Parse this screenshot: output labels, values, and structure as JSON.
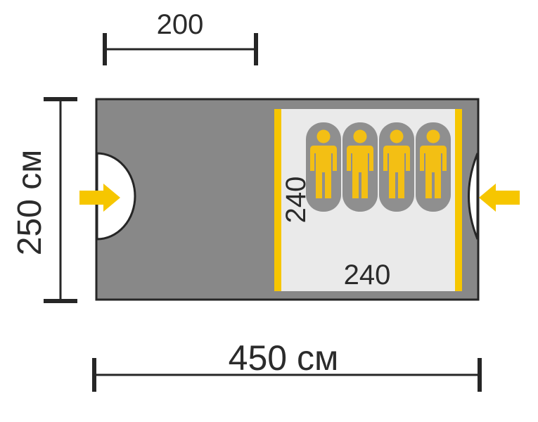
{
  "dimensions": {
    "vestibule_width": "200",
    "total_width": "250 см",
    "total_length": "450 см",
    "inner_tent_width": "240",
    "inner_tent_length": "240"
  },
  "occupants": {
    "count": 4,
    "icon": "person-icon"
  },
  "entrances": [
    {
      "side": "left",
      "icon": "arrow-right-icon"
    },
    {
      "side": "right",
      "icon": "arrow-left-icon"
    }
  ],
  "colors": {
    "outline": "#262626",
    "vestibule_fill": "#888888",
    "inner_fill": "#eaeaea",
    "accent_yellow": "#f6c600",
    "sleeping_bag": "#8f8f8f",
    "person": "#f3bf14",
    "door": "#ffffff"
  }
}
